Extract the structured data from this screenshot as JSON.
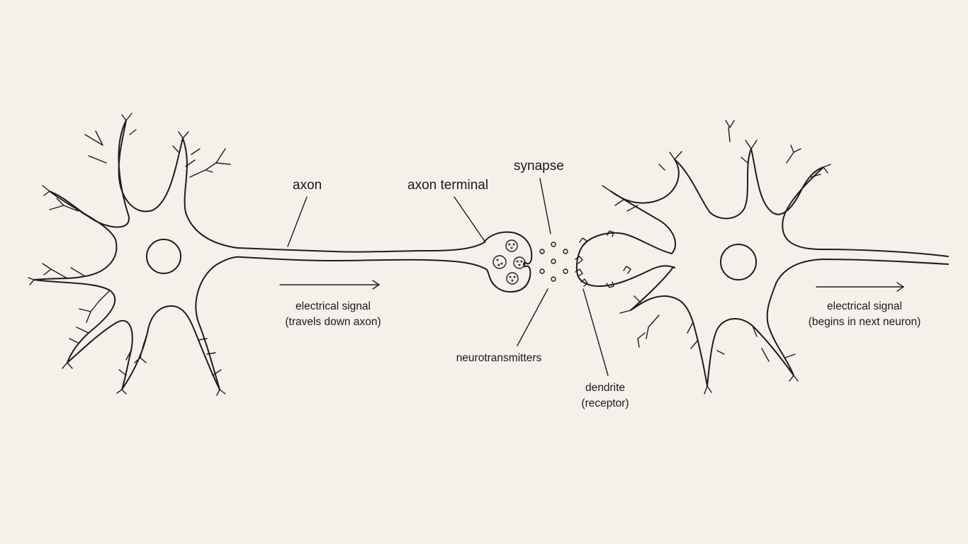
{
  "labels": {
    "axon": "axon",
    "axon_terminal": "axon terminal",
    "synapse": "synapse",
    "neurotransmitters": "neurotransmitters",
    "dendrite": [
      "dendrite",
      "(receptor)"
    ],
    "signal_left": [
      "electrical signal",
      "(travels down axon)"
    ],
    "signal_right": [
      "electrical signal",
      "(begins in next neuron)"
    ]
  },
  "icons": {
    "arrow_left": "right-arrow-icon",
    "arrow_right": "right-arrow-icon"
  },
  "colors": {
    "background": "#f4f0ea",
    "ink": "#1d1d1d"
  }
}
